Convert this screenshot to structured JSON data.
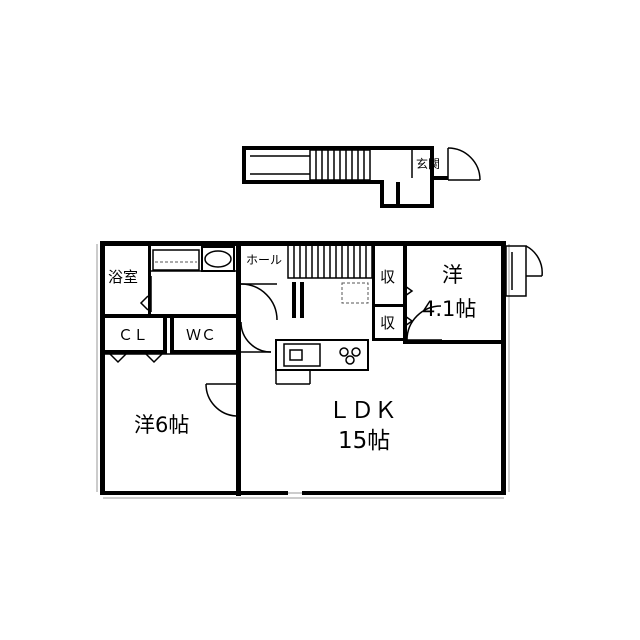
{
  "rooms": {
    "entrance": "玄関",
    "bath": "浴室",
    "hall": "ホール",
    "storage_1": "収",
    "storage_2": "収",
    "western_small_name": "洋",
    "western_small_size": "4.1帖",
    "closet": "ＣＬ",
    "toilet": "ＷＣ",
    "western_large": "洋6帖",
    "ldk_name": "ＬＤＫ",
    "ldk_size": "15帖"
  }
}
